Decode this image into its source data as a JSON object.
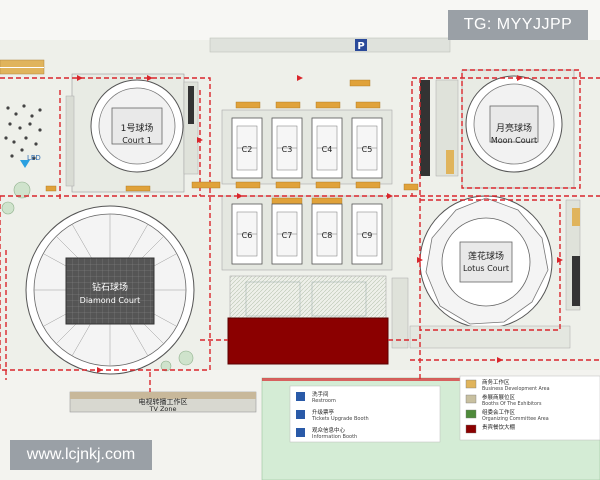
{
  "watermark_top": "TG: MYYJJPP",
  "watermark_bottom": "www.lcjnkj.com",
  "parking_label": "P",
  "led_label": "LED",
  "courts": {
    "court1_cn": "1号球场",
    "court1_en": "Court 1",
    "moon_cn": "月亮球场",
    "moon_en": "Moon Court",
    "diamond_cn": "钻石球场",
    "diamond_en": "Diamond Court",
    "lotus_cn": "莲花球场",
    "lotus_en": "Lotus Court"
  },
  "small_courts": [
    "C2",
    "C3",
    "C4",
    "C5",
    "C6",
    "C7",
    "C8",
    "C9"
  ],
  "tv_zone_cn": "电视转播工作区",
  "tv_zone_en": "TV Zone",
  "legend_left": [
    {
      "cn": "洗手间",
      "en": "Restroom",
      "icon": "restroom-icon"
    },
    {
      "cn": "升级票亭",
      "en": "Tickets Upgrade Booth",
      "icon": "ticket-booth-icon"
    },
    {
      "cn": "观众信息中心",
      "en": "Information Booth",
      "icon": "info-icon"
    }
  ],
  "legend_right": [
    {
      "cn": "商务工作区",
      "en": "Business Development Area",
      "color": "#e0b45c"
    },
    {
      "cn": "参展商展位区",
      "en": "Booths Of The Exhibitors",
      "color": "#c8c0a0"
    },
    {
      "cn": "组委会工作区",
      "en": "Organizing Committee Area",
      "color": "#4e8a3a"
    },
    {
      "cn": "贵宾餐饮大棚",
      "en": "",
      "color": "#8b0000"
    }
  ],
  "colors": {
    "route": "#d9262c",
    "lawn": "#d4ecd5",
    "roof_orange": "#e0a23a",
    "vip_tent": "#8b0000",
    "court_green": "#6a7d6e"
  }
}
